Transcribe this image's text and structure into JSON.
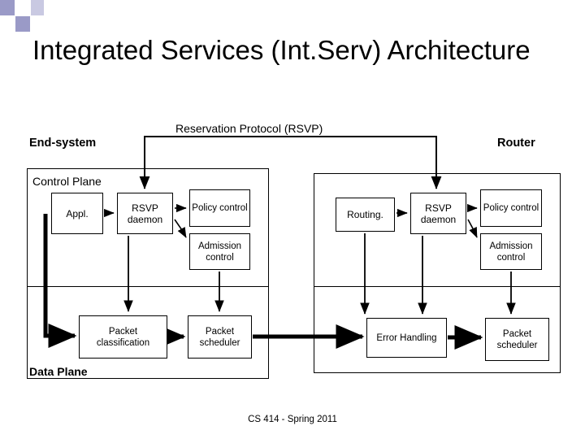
{
  "slide": {
    "title": "Integrated Services (Int.Serv) Architecture",
    "footer": "CS 414 - Spring 2011"
  },
  "labels": {
    "end_system": "End-system",
    "router": "Router",
    "rsvp_protocol": "Reservation Protocol (RSVP)",
    "control_plane": "Control Plane",
    "data_plane": "Data Plane"
  },
  "diagram": {
    "left_panel": {
      "control_plane_boxes": [
        {
          "name": "appl",
          "label": "Appl."
        },
        {
          "name": "rsvp-daemon",
          "label": "RSVP daemon"
        },
        {
          "name": "policy-control",
          "label": "Policy control"
        },
        {
          "name": "admission-control",
          "label": "Admission control"
        }
      ],
      "data_plane_boxes": [
        {
          "name": "packet-classification",
          "label": "Packet classification"
        },
        {
          "name": "packet-scheduler",
          "label": "Packet scheduler"
        }
      ]
    },
    "right_panel": {
      "control_plane_boxes": [
        {
          "name": "routing",
          "label": "Routing."
        },
        {
          "name": "rsvp-daemon",
          "label": "RSVP daemon"
        },
        {
          "name": "policy-control",
          "label": "Policy control"
        },
        {
          "name": "admission-control",
          "label": "Admission control"
        }
      ],
      "data_plane_boxes": [
        {
          "name": "error-handling",
          "label": "Error Handling"
        },
        {
          "name": "packet-scheduler",
          "label": "Packet scheduler"
        }
      ]
    }
  },
  "colors": {
    "accent_square": "#9a9ac7",
    "accent_square_light": "#c9c9e2",
    "line": "#000000",
    "background": "#ffffff"
  }
}
